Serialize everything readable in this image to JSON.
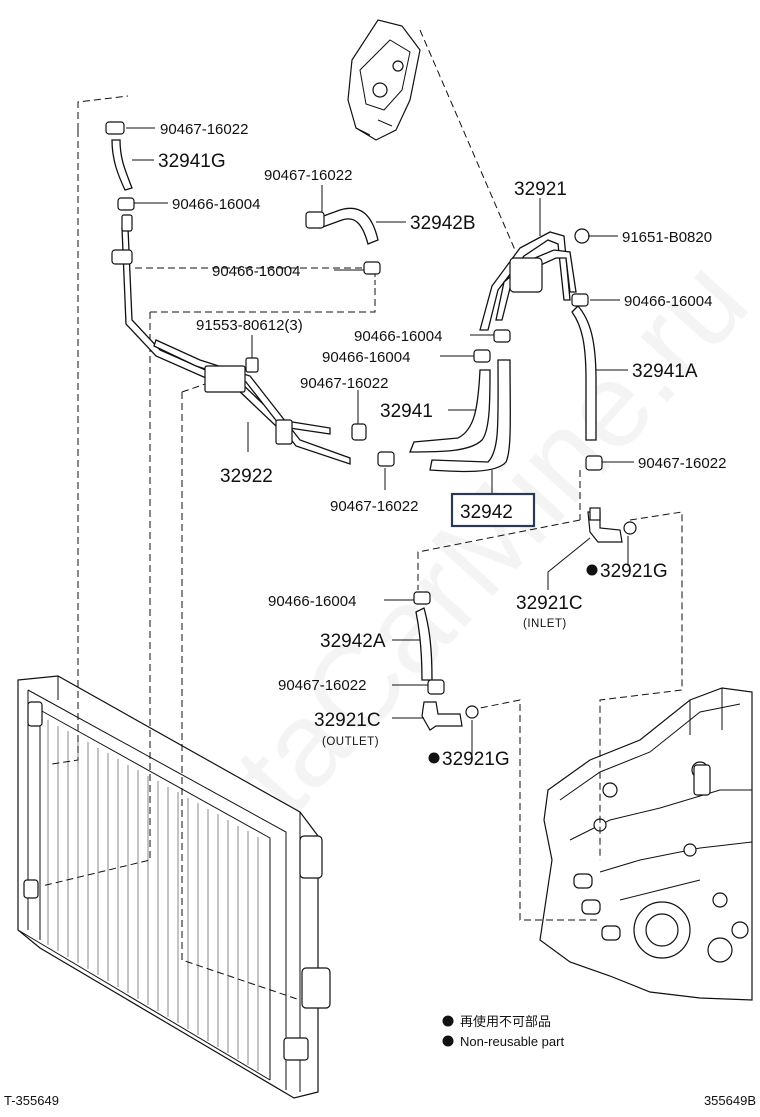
{
  "watermark": "ToyotaCarMine.ru",
  "labels": {
    "p90467_16022_a": "90467-16022",
    "p32941G": "32941G",
    "p90466_16004_a": "90466-16004",
    "p90467_16022_b": "90467-16022",
    "p32942B": "32942B",
    "p90466_16004_b": "90466-16004",
    "p91553": "91553-80612(3)",
    "p90467_16022_c": "90467-16022",
    "p32922": "32922",
    "p32941": "32941",
    "p90467_16022_d": "90467-16022",
    "p32921": "32921",
    "p91651": "91651-B0820",
    "p90466_16004_c": "90466-16004",
    "p90466_16004_d": "90466-16004",
    "p90466_16004_e": "90466-16004",
    "p32941A": "32941A",
    "p90467_16022_e": "90467-16022",
    "p32942": "32942",
    "p32921G_a": "32921G",
    "p32921C_inlet": "32921C",
    "inlet": "(INLET)",
    "p90466_16004_f": "90466-16004",
    "p32942A": "32942A",
    "p90467_16022_f": "90467-16022",
    "p32921C_outlet": "32921C",
    "outlet": "(OUTLET)",
    "p32921G_b": "32921G"
  },
  "legend": {
    "jp": "再使用不可部品",
    "en": "Non-reusable part"
  },
  "footer": {
    "left": "T-355649",
    "right": "355649B"
  }
}
